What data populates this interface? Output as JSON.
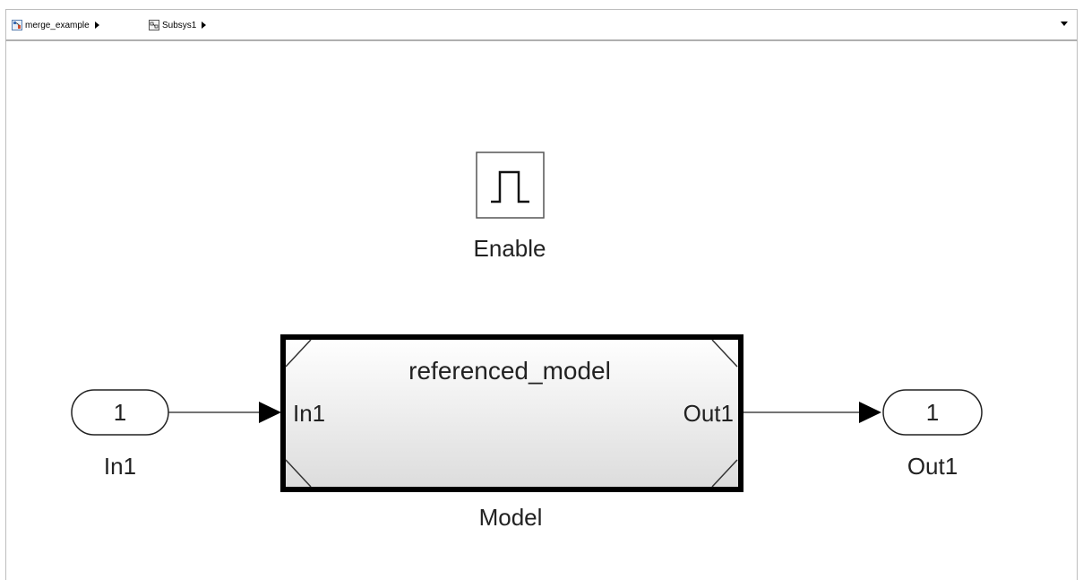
{
  "breadcrumb": {
    "items": [
      {
        "label": "merge_example",
        "icon": "model-icon"
      },
      {
        "label": "Subsys1",
        "icon": "subsystem-icon"
      }
    ]
  },
  "diagram": {
    "enable_block": {
      "label": "Enable",
      "icon": "pulse-icon"
    },
    "model_block": {
      "title": "referenced_model",
      "in_port": "In1",
      "out_port": "Out1",
      "label": "Model"
    },
    "inport": {
      "number": "1",
      "label": "In1"
    },
    "outport": {
      "number": "1",
      "label": "Out1"
    }
  },
  "colors": {
    "block_border": "#000000",
    "canvas_bg": "#ffffff",
    "model_gradient_top": "#ffffff",
    "model_gradient_bottom": "#dcdcdc"
  }
}
